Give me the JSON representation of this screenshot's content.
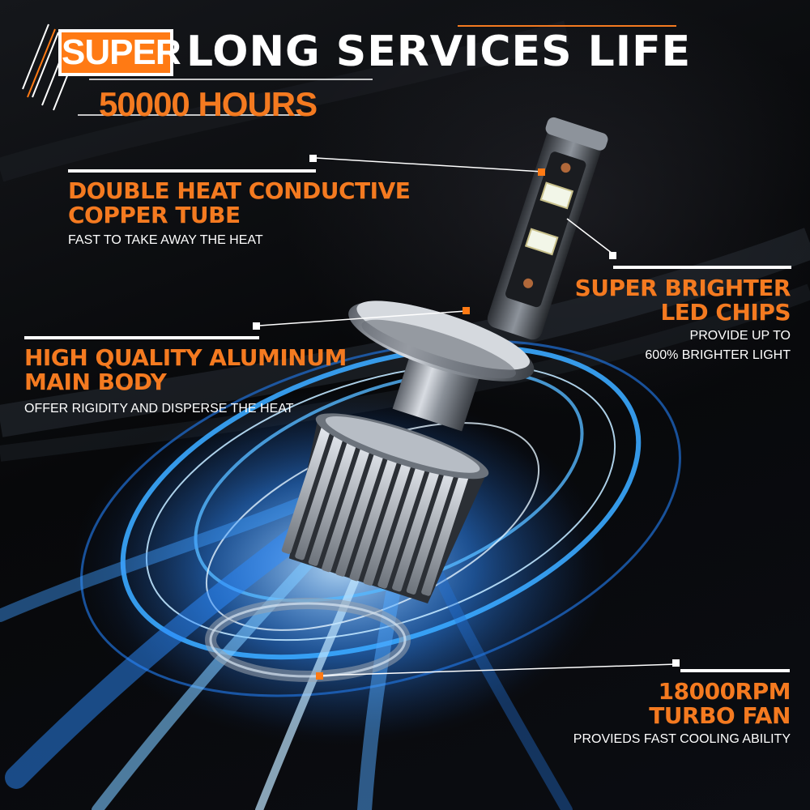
{
  "headline": {
    "badge": "SUPER",
    "main": "LONG SERVICES LIFE",
    "sub": "50000 HOURS"
  },
  "callouts": {
    "copper_tube": {
      "title_line1": "DOUBLE HEAT CONDUCTIVE",
      "title_line2": "COPPER TUBE",
      "description": "FAST TO TAKE AWAY THE HEAT"
    },
    "led_chips": {
      "title_line1": "SUPER BRIGHTER",
      "title_line2": "LED CHIPS",
      "description_line1": "PROVIDE UP TO",
      "description_line2": "600% BRIGHTER LIGHT"
    },
    "aluminum_body": {
      "title_line1": "HIGH QUALITY ALUMINUM",
      "title_line2": "MAIN BODY",
      "description": "OFFER RIGIDITY AND DISPERSE THE HEAT"
    },
    "turbo_fan": {
      "title_line1": "18000RPM",
      "title_line2": "TURBO FAN",
      "description": "PROVIEDS FAST COOLING ABILITY"
    }
  },
  "colors": {
    "accent": "#f47a20",
    "background": "#07080a",
    "glow": "#3aa0ff",
    "text": "#ffffff"
  }
}
